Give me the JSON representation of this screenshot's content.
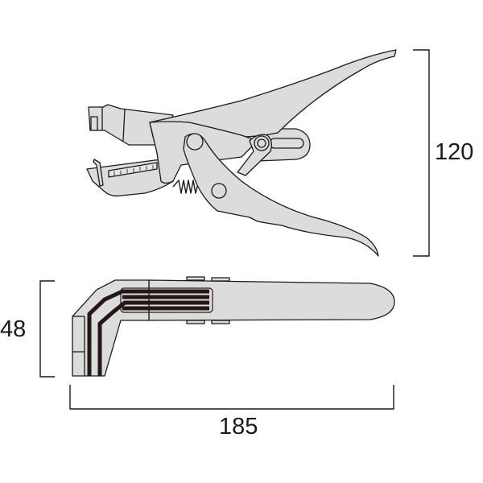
{
  "diagram": {
    "subject": "plier-type tool technical drawing",
    "views": [
      {
        "id": "side-view",
        "name": "Side view (open jaws, handles)"
      },
      {
        "id": "top-view",
        "name": "Top view (angled head)"
      }
    ],
    "dimensions": {
      "height": {
        "value": "120",
        "orientation": "vertical",
        "applies_to": "side-view"
      },
      "width": {
        "value": "48",
        "orientation": "vertical",
        "applies_to": "top-view"
      },
      "length": {
        "value": "185",
        "orientation": "horizontal",
        "applies_to": "top-view"
      }
    },
    "colors": {
      "fill": "#dcdcdc",
      "stroke": "#1a1a1a",
      "band": "#231815",
      "background": "#ffffff"
    }
  }
}
